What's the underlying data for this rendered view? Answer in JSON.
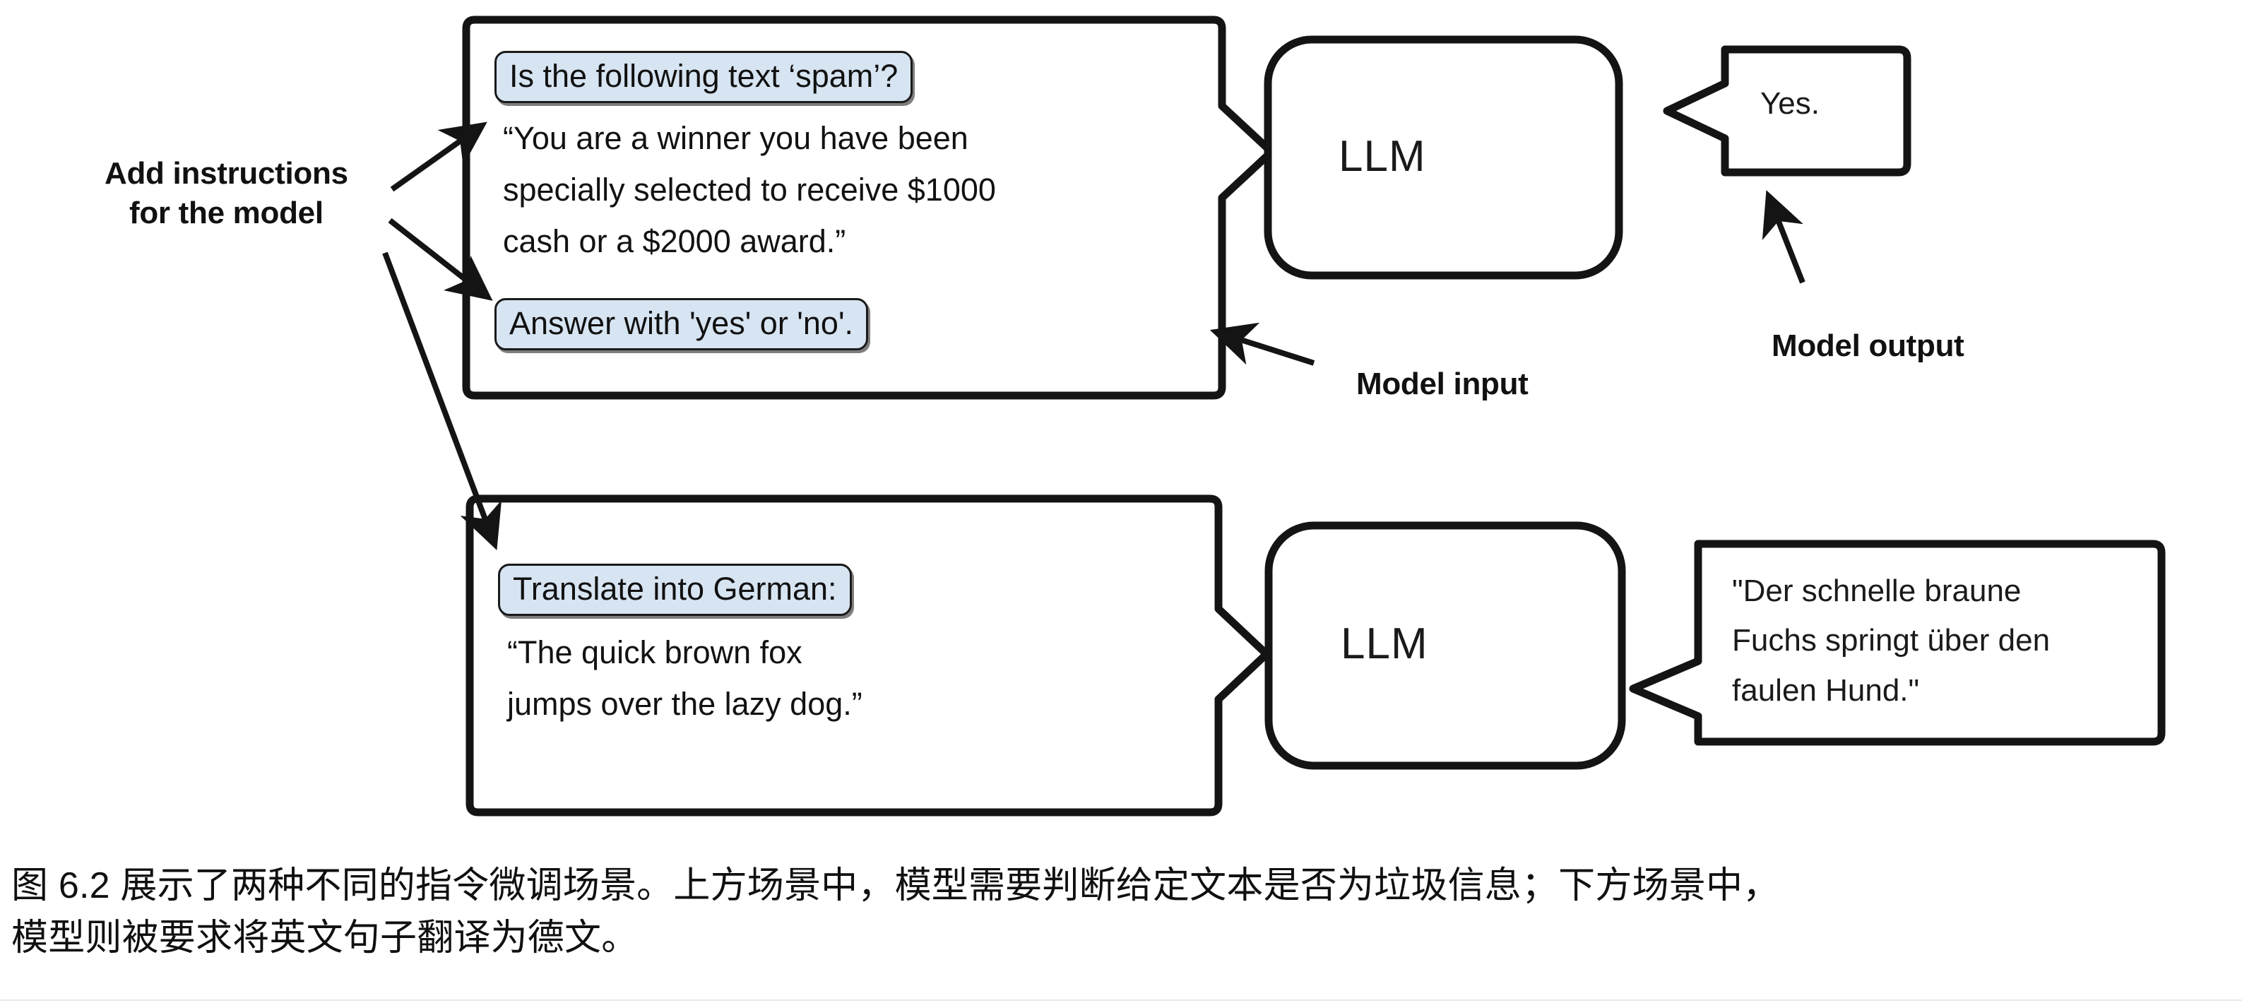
{
  "figure": {
    "annotations": {
      "add_instructions_line1": "Add instructions",
      "add_instructions_line2": "for the model",
      "model_input": "Model input",
      "model_output": "Model output"
    },
    "scenarios": [
      {
        "id": "spam-classification",
        "input": {
          "instruction_top": "Is the following text ‘spam’?",
          "body_lines": [
            "“You are a winner you have been",
            "specially selected to receive $1000",
            "cash or a $2000 award.”"
          ],
          "instruction_bottom": "Answer with 'yes' or 'no'."
        },
        "model": {
          "label": "LLM"
        },
        "output": {
          "lines": [
            "Yes."
          ]
        }
      },
      {
        "id": "english-to-german-translation",
        "input": {
          "instruction_top": "Translate into German:",
          "body_lines": [
            "“The quick brown fox",
            "jumps over the lazy dog.”"
          ],
          "instruction_bottom": null
        },
        "model": {
          "label": "LLM"
        },
        "output": {
          "lines": [
            "\"Der schnelle braune",
            "Fuchs springt über den",
            "faulen Hund.\""
          ]
        }
      }
    ],
    "caption": {
      "line1": "图 6.2 展示了两种不同的指令微调场景。上方场景中，模型需要判断给定文本是否为垃圾信息；下方场景中，",
      "line2": "模型则被要求将英文句子翻译为德文。"
    },
    "colors": {
      "instruction_highlight": "#d7e4f2",
      "stroke": "#141414",
      "background": "#ffffff",
      "text": "#111111"
    }
  }
}
